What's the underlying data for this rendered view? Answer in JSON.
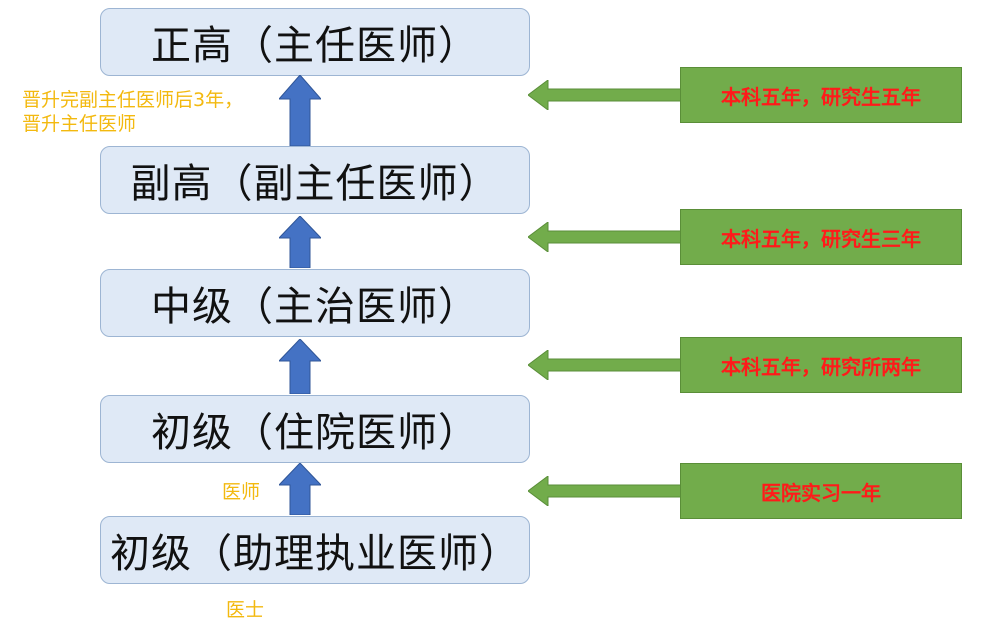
{
  "levels": [
    {
      "label": "正高（主任医师）"
    },
    {
      "label": "副高（副主任医师）"
    },
    {
      "label": "中级（主治医师）"
    },
    {
      "label": "初级（住院医师）"
    },
    {
      "label": "初级（助理执业医师）"
    }
  ],
  "requirements": [
    {
      "label": "本科五年，研究生五年"
    },
    {
      "label": "本科五年，研究生三年"
    },
    {
      "label": "本科五年，研究所两年"
    },
    {
      "label": "医院实习一年"
    }
  ],
  "notes": {
    "top_line1": "晋升完副主任医师后3年，",
    "top_line2": "晋升主任医师",
    "doctor": "医师",
    "assistant": "医士"
  },
  "colors": {
    "box_fill": "#dfe9f6",
    "arrow_blue": "#4472c4",
    "arrow_green": "#72ac4b",
    "req_text": "#ff1a1a",
    "note_text": "#f3b90f"
  }
}
